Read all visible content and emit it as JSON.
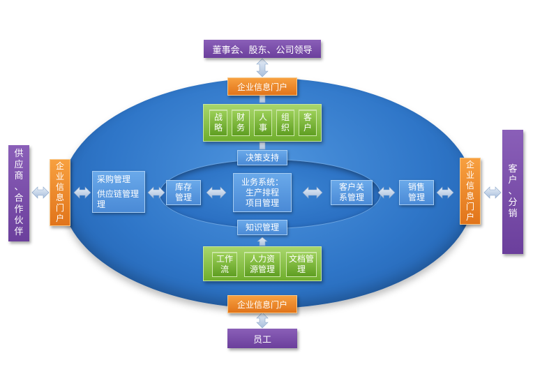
{
  "top_stakeholders": "董事会、股东、公司领导",
  "portal_label": "企业信息门户",
  "portal_vertical": [
    "企",
    "业",
    "信",
    "息",
    "门",
    "户"
  ],
  "decision_modules": [
    {
      "line1": "战",
      "line2": "略"
    },
    {
      "line1": "财",
      "line2": "务"
    },
    {
      "line1": "人",
      "line2": "事"
    },
    {
      "line1": "组",
      "line2": "织"
    },
    {
      "line1": "客",
      "line2": "户"
    }
  ],
  "decision_support": "决策支持",
  "knowledge_mgmt": "知识管理",
  "business_system": {
    "line1": "业务系统：",
    "line2": "生产排程",
    "line3": "项目管理"
  },
  "procurement": {
    "line1": "采购管理",
    "line2": "供应链管理",
    "line3": "理"
  },
  "inventory": {
    "line1": "库存",
    "line2": "管理"
  },
  "crm": {
    "line1": "客户关",
    "line2": "系管理"
  },
  "sales": {
    "line1": "销售",
    "line2": "管理"
  },
  "left_partner_vertical": [
    "供",
    "应",
    "商",
    "、",
    "合",
    "作",
    "伙",
    "伴"
  ],
  "right_customer_vertical": [
    "客",
    "户",
    "、",
    "分",
    "销"
  ],
  "office_modules": [
    {
      "line1": "工作",
      "line2": "流"
    },
    {
      "line1": "人力资",
      "line2": "源管理"
    },
    {
      "line1": "文档管",
      "line2": "理"
    }
  ],
  "bottom_stakeholders": "员工",
  "colors": {
    "purple": "#6b3f9c",
    "orange": "#e1741a",
    "green": "#6fae2c",
    "blue_ellipse": "#2f76c8",
    "arrow": "#c9d8ea"
  }
}
